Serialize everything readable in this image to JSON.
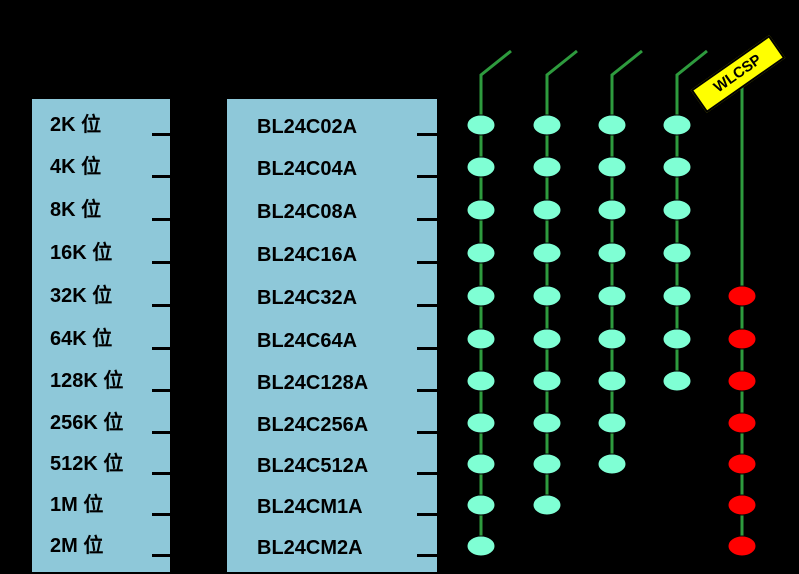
{
  "rows": [
    {
      "capacity": "2K 位",
      "part": "BL24C02A"
    },
    {
      "capacity": "4K 位",
      "part": "BL24C04A"
    },
    {
      "capacity": "8K 位",
      "part": "BL24C08A"
    },
    {
      "capacity": "16K 位",
      "part": "BL24C16A"
    },
    {
      "capacity": "32K 位",
      "part": "BL24C32A"
    },
    {
      "capacity": "64K 位",
      "part": "BL24C64A"
    },
    {
      "capacity": "128K 位",
      "part": "BL24C128A"
    },
    {
      "capacity": "256K 位",
      "part": "BL24C256A"
    },
    {
      "capacity": "512K 位",
      "part": "BL24C512A"
    },
    {
      "capacity": "1M 位",
      "part": "BL24CM1A"
    },
    {
      "capacity": "2M 位",
      "part": "BL24CM2A"
    }
  ],
  "package_columns": [
    {
      "highlight": false,
      "rows_available": [
        0,
        1,
        2,
        3,
        4,
        5,
        6,
        7,
        8,
        9,
        10
      ]
    },
    {
      "highlight": false,
      "rows_available": [
        0,
        1,
        2,
        3,
        4,
        5,
        6,
        7,
        8,
        9
      ]
    },
    {
      "highlight": false,
      "rows_available": [
        0,
        1,
        2,
        3,
        4,
        5,
        6,
        7,
        8
      ]
    },
    {
      "highlight": false,
      "rows_available": [
        0,
        1,
        2,
        3,
        4,
        5,
        6
      ]
    },
    {
      "label": "WLCSP",
      "highlight": true,
      "rows_available": [
        4,
        5,
        6,
        7,
        8,
        9,
        10
      ]
    }
  ],
  "colors": {
    "background": "#000000",
    "panel": "#8ec8d9",
    "stem": "#2e9b3e",
    "dot_normal": "#7fffd4",
    "dot_highlight": "#ff0000",
    "tag_fill": "#ffff00"
  }
}
